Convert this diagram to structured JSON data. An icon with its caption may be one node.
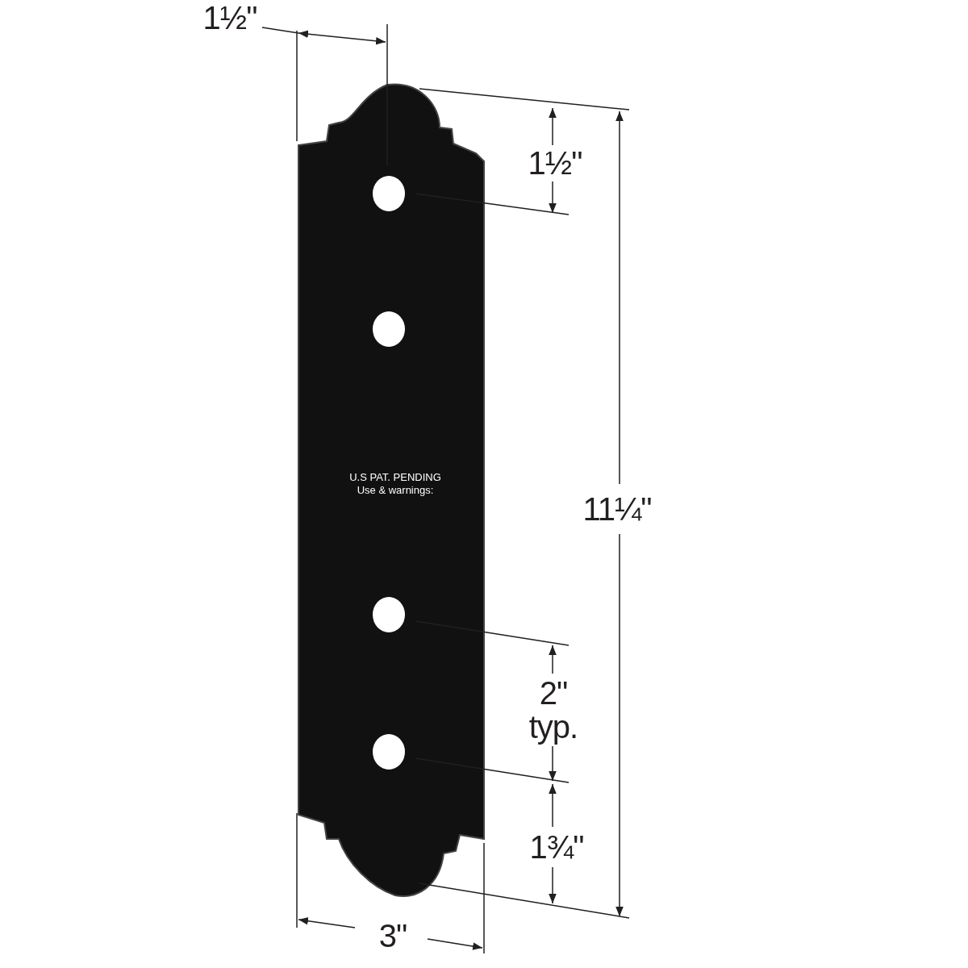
{
  "diagram": {
    "labels": [
      "1½\"",
      "1½\"",
      "U.S PAT. PENDING",
      "Use & warnings:",
      "11¼\"",
      "2\" typ.",
      "1¾\"",
      "3\""
    ]
  }
}
